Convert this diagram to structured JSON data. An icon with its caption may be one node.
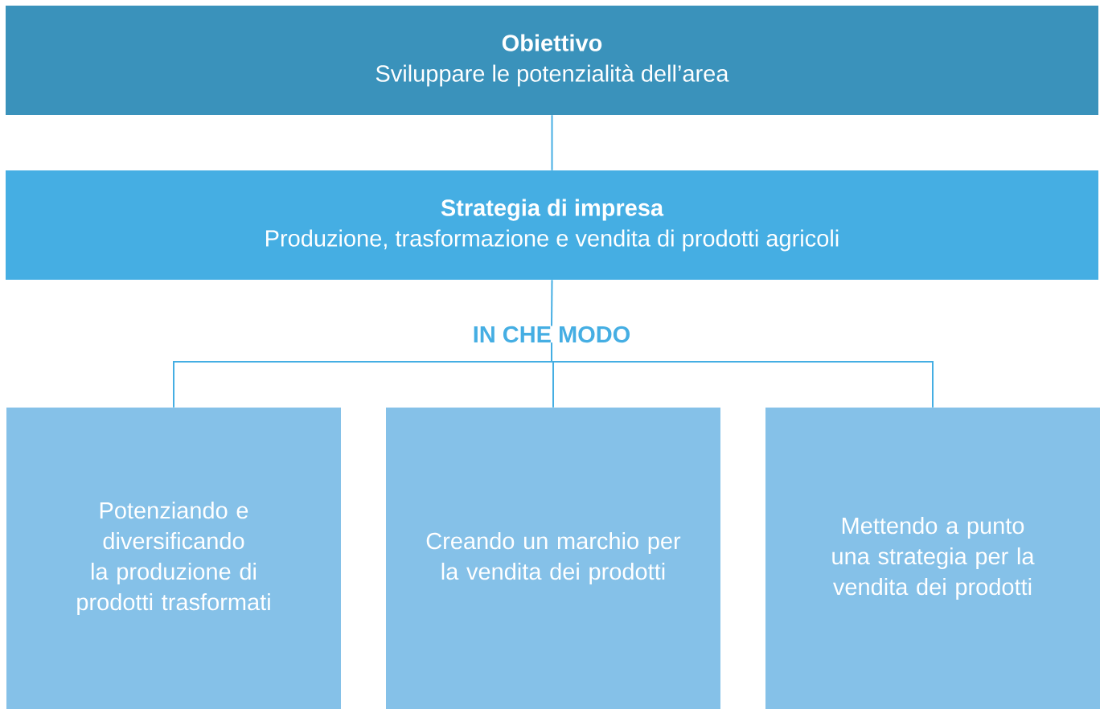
{
  "diagram": {
    "nodes": [
      {
        "text": [
          "Obiettivo",
          "Sviluppare le potenzialità dell’area"
        ]
      },
      {
        "text": [
          "Strategia di impresa",
          "Produzione, trasformazione e vendita di prodotti agricoli"
        ]
      },
      {
        "text": [
          "IN CHE MODO"
        ]
      },
      {
        "text": [
          "Potenziando e diversificando la produzione di prodotti trasformati"
        ]
      },
      {
        "text": [
          "Creando un marchio per la vendita dei prodotti"
        ]
      },
      {
        "text": [
          "Mettendo a punto una strategia per la vendita dei prodotti"
        ]
      }
    ],
    "edges": [
      {
        "from": 0,
        "to": 1,
        "arrow": "none"
      },
      {
        "from": 1,
        "to": 2,
        "arrow": "none"
      },
      {
        "from": 2,
        "to": 3,
        "arrow": "none"
      },
      {
        "from": 2,
        "to": 4,
        "arrow": "none"
      },
      {
        "from": 2,
        "to": 5,
        "arrow": "none"
      }
    ]
  }
}
